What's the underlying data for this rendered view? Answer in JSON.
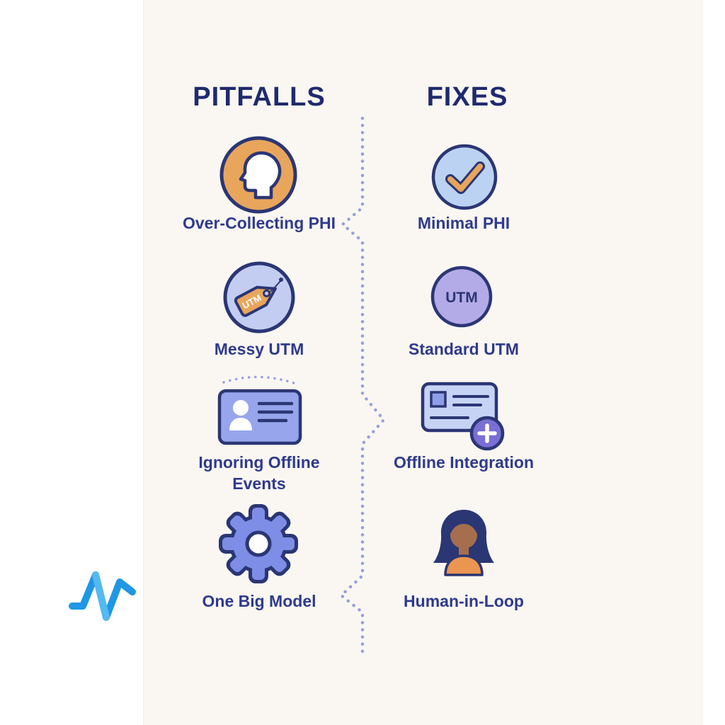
{
  "header": {
    "pitfalls_title": "PITFALLS",
    "fixes_title": "FIXES"
  },
  "pitfalls": {
    "items": [
      {
        "label": "Over-Collecting PHI",
        "icon": "head-profile-icon"
      },
      {
        "label": "Messy UTM",
        "icon": "utm-tag-icon",
        "tag_text": "UTM"
      },
      {
        "label": "Ignoring Offline Events",
        "icon": "id-card-icon"
      },
      {
        "label": "One Big Model",
        "icon": "gear-icon"
      }
    ]
  },
  "fixes": {
    "items": [
      {
        "label": "Minimal PHI",
        "icon": "checkmark-icon"
      },
      {
        "label": "Standard UTM",
        "icon": "utm-circle-icon",
        "circle_text": "UTM"
      },
      {
        "label": "Offline Integration",
        "icon": "card-plus-icon"
      },
      {
        "label": "Human-in-Loop",
        "icon": "person-icon"
      }
    ]
  },
  "colors": {
    "navy_outline": "#2b3674",
    "title_text": "#1f2a6e",
    "label_text": "#2f3a8c",
    "orange": "#e8a55c",
    "light_periwinkle": "#c3cdf2",
    "periwinkle_card": "#97a6ec",
    "gear_fill": "#7e8ee6",
    "light_blue_circle": "#bcd2f2",
    "lavender_circle": "#b3abe8",
    "badge_purple": "#7a6fd4",
    "skin": "#a56f4d",
    "body_orange": "#ea9650",
    "dotted_line": "#96a0dc",
    "logo_blue": "#1f97e4",
    "panel_background": "#faf7f2"
  }
}
